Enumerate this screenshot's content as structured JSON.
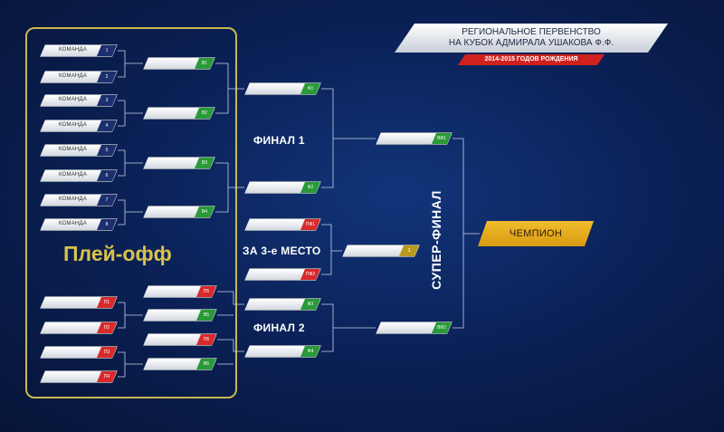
{
  "header": {
    "title_line1": "РЕГИОНАЛЬНОЕ ПЕРВЕНСТВО",
    "title_line2": "НА КУБОК АДМИРАЛА УШАКОВА Ф.Ф.",
    "subtitle": "2014-2015  ГОДОВ РОЖДЕНИЯ"
  },
  "labels": {
    "playoff": "Плей-офф",
    "final1": "ФИНАЛ 1",
    "third_place": "ЗА 3-е МЕСТО",
    "final2": "ФИНАЛ 2",
    "superfinal": "СУПЕР-ФИНАЛ",
    "champion": "ЧЕМПИОН"
  },
  "colors": {
    "frame": "#c9b74e",
    "navy_tag": "#1c2f6e",
    "green_tag": "#2a9a38",
    "red_tag": "#d82a2a",
    "gold_tag": "#b89a1e",
    "champion": "#f2bd2f"
  },
  "teams": [
    {
      "name": "КОМАНДА",
      "tag": "1"
    },
    {
      "name": "КОМАНДА",
      "tag": "2"
    },
    {
      "name": "КОМАНДА",
      "tag": "3"
    },
    {
      "name": "КОМАНДА",
      "tag": "4"
    },
    {
      "name": "КОМАНДА",
      "tag": "5"
    },
    {
      "name": "КОМАНДА",
      "tag": "6"
    },
    {
      "name": "КОМАНДА",
      "tag": "7"
    },
    {
      "name": "КОМАНДА",
      "tag": "8"
    }
  ],
  "winners_r1": [
    "В1",
    "В2",
    "В3",
    "В4"
  ],
  "losers_r1": [
    "П1",
    "П2",
    "П3",
    "П4"
  ],
  "losers_r2": [
    {
      "tag": "П5"
    },
    {
      "tag": "В5"
    },
    {
      "tag": "П6"
    },
    {
      "tag": "В6"
    }
  ],
  "final1": [
    "Ф1",
    "Ф2"
  ],
  "third_place": [
    "ПФ1",
    "ПФ2"
  ],
  "third_result": "3",
  "final2": [
    "Ф3",
    "Ф4"
  ],
  "superfinal": [
    "ВФ1",
    "ВФ2"
  ]
}
